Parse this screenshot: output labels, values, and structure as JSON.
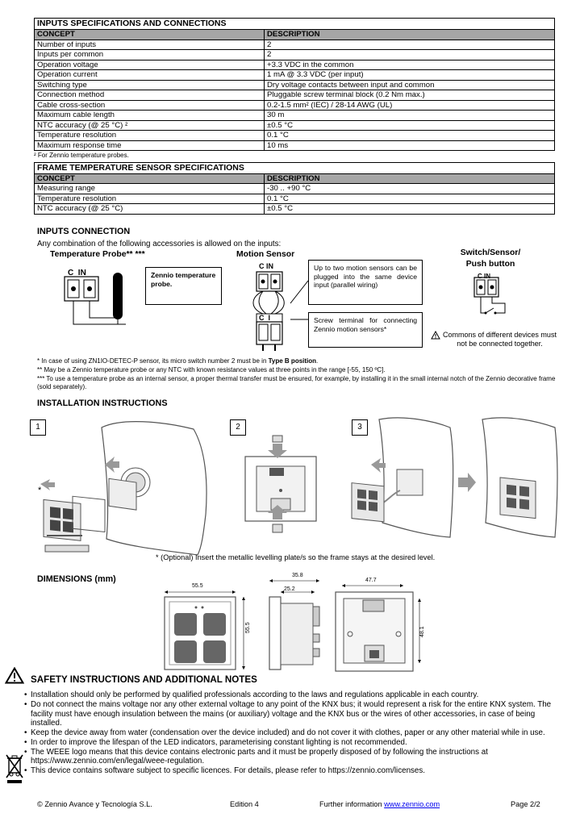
{
  "inputs_table": {
    "title": "INPUTS SPECIFICATIONS AND CONNECTIONS",
    "header": {
      "concept": "CONCEPT",
      "description": "DESCRIPTION"
    },
    "rows": [
      [
        "Number of inputs",
        "2"
      ],
      [
        "Inputs per common",
        "2"
      ],
      [
        "Operation voltage",
        "+3.3 VDC in the common"
      ],
      [
        "Operation current",
        "1 mA @ 3.3 VDC (per input)"
      ],
      [
        "Switching type",
        "Dry voltage contacts between input and common"
      ],
      [
        "Connection method",
        "Pluggable screw terminal block (0.2 Nm max.)"
      ],
      [
        "Cable cross-section",
        "0.2-1.5 mm² (IEC) / 28-14 AWG (UL)"
      ],
      [
        "Maximum cable length",
        "30 m"
      ],
      [
        "NTC accuracy (@ 25 °C) ²",
        "±0.5 °C"
      ],
      [
        "Temperature resolution",
        "0.1 °C"
      ],
      [
        "Maximum response time",
        "10 ms"
      ]
    ],
    "footnote": "² For Zennio temperature probes."
  },
  "frame_table": {
    "title": "FRAME TEMPERATURE SENSOR SPECIFICATIONS",
    "header": {
      "concept": "CONCEPT",
      "description": "DESCRIPTION"
    },
    "rows": [
      [
        "Measuring range",
        "-30 .. +90 °C"
      ],
      [
        "Temperature resolution",
        "0.1 °C"
      ],
      [
        "NTC accuracy (@ 25 °C)",
        "±0.5 °C"
      ]
    ]
  },
  "inputs_connection": {
    "heading": "INPUTS CONNECTION",
    "intro": "Any combination of the following accessories is allowed on the inputs:",
    "temp_probe_label": "Temperature Probe** ***",
    "motion_label": "Motion Sensor",
    "switch_label_1": "Switch/Sensor/",
    "switch_label_2": "Push button",
    "terminal_c": "C",
    "terminal_in": "IN",
    "terminal_i": "I",
    "probe_note": "Zennio temperature probe.",
    "motion_note": "Up to two motion sensors can be plugged into the same device input (parallel wiring)",
    "screw_note": "Screw terminal for connecting Zennio motion sensors*",
    "commons_warning": "Commons of different devices must not be connected together.",
    "fn1_prefix": "* In case of using ZN1IO-DETEC-P sensor, its micro switch number 2 must be in ",
    "fn1_bold": "Type B position",
    "fn1_suffix": ".",
    "fn2": "** May be a Zennio temperature probe or any NTC with known resistance values at three points in the range [-55, 150 ºC].",
    "fn3": "*** To use a temperature probe as an internal sensor, a proper thermal transfer must be ensured, for example, by installing it in the small internal notch of the Zennio decorative frame (sold separately)."
  },
  "installation": {
    "heading": "INSTALLATION INSTRUCTIONS",
    "steps": [
      "1",
      "2",
      "3"
    ],
    "asterisk": "*",
    "note": "* (Optional) Insert the metallic levelling plate/s so the frame stays at the desired level."
  },
  "dimensions": {
    "heading": "DIMENSIONS (mm)",
    "front_width": "55.5",
    "front_height": "55.5",
    "side_depth": "35.8",
    "side_inner": "25.2",
    "back_width": "47.7",
    "back_height": "48.1"
  },
  "safety": {
    "heading": "SAFETY INSTRUCTIONS AND ADDITIONAL NOTES",
    "items": [
      "Installation should only be performed by qualified professionals according to the laws and regulations applicable in each country.",
      "Do not connect the mains voltage nor any other external voltage to any point of the KNX bus; it would represent a risk for the entire KNX system. The facility must have enough insulation between the mains (or auxiliary) voltage and the KNX bus or the wires of other accessories, in case of being installed.",
      "Keep the device away from water (condensation over the device included) and do not cover it with clothes, paper or any other material while in use.",
      "In order to improve the lifespan of the LED indicators, parameterising constant lighting is not recommended.",
      "The WEEE logo means that this device contains electronic parts and it must be properly disposed of by following the instructions at https://www.zennio.com/en/legal/weee-regulation.",
      "This device contains software subject to specific licences. For details, please refer to https://zennio.com/licenses."
    ]
  },
  "footer": {
    "company": "© Zennio Avance y Tecnología S.L.",
    "edition": "Edition 4",
    "further_prefix": "Further information ",
    "link": "www.zennio.com",
    "page": "Page 2/2"
  }
}
